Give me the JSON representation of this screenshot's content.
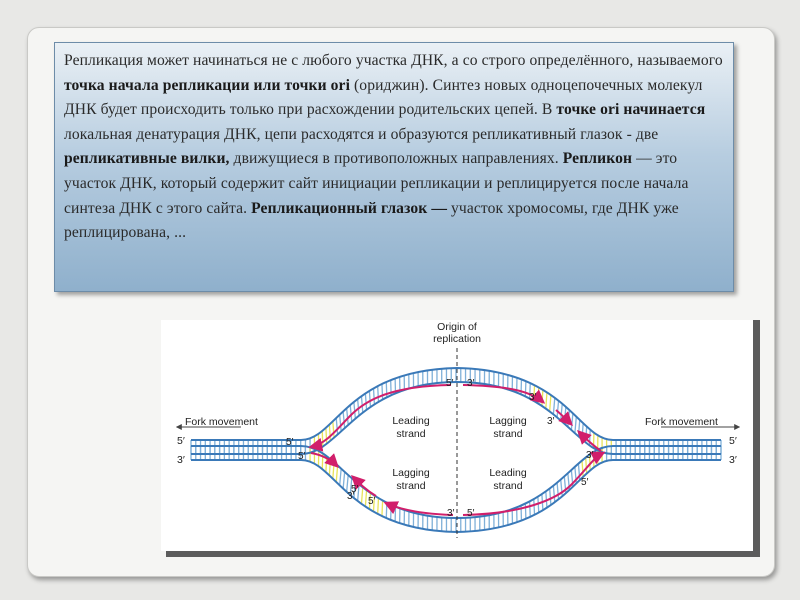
{
  "text": {
    "s1": "Репликация может начинаться не с любого участка ДНК, а со строго определённого, называемого ",
    "b1": "точка начала репликации или точки ori",
    "s2": " (ориджин). Синтез новых одноцепочечных молекул ДНК будет происходить только при расхождении родительских цепей. В ",
    "b2": "точке ori начинается",
    "s3": " локальная денатурация ДНК, цепи расходятся и образуются репликативный глазок - две ",
    "b3": "репликативные вилки,",
    "s4": " движущиеся в противоположных направлениях. ",
    "b4": "Репликон",
    "s5": " — это участок ДНК, который содержит сайт инициации репликации и реплицируется после начала синтеза ДНК с этого сайта. ",
    "b5": "Репликационный глазок —",
    "s6": " участок хромосомы, где ДНК уже реплицирована, ..."
  },
  "diagram": {
    "origin_line1": "Origin of",
    "origin_line2": "replication",
    "fork_left": "Fork movement",
    "fork_right": "Fork movement",
    "leading": "Leading",
    "lagging": "Lagging",
    "strand": "strand",
    "five": "5′",
    "three": "3′",
    "colors": {
      "strand": "#3a79b8",
      "new_strand": "#d11f6b",
      "rung_blue": "#7fb0d8",
      "rung_yellow": "#e8e35a"
    }
  }
}
